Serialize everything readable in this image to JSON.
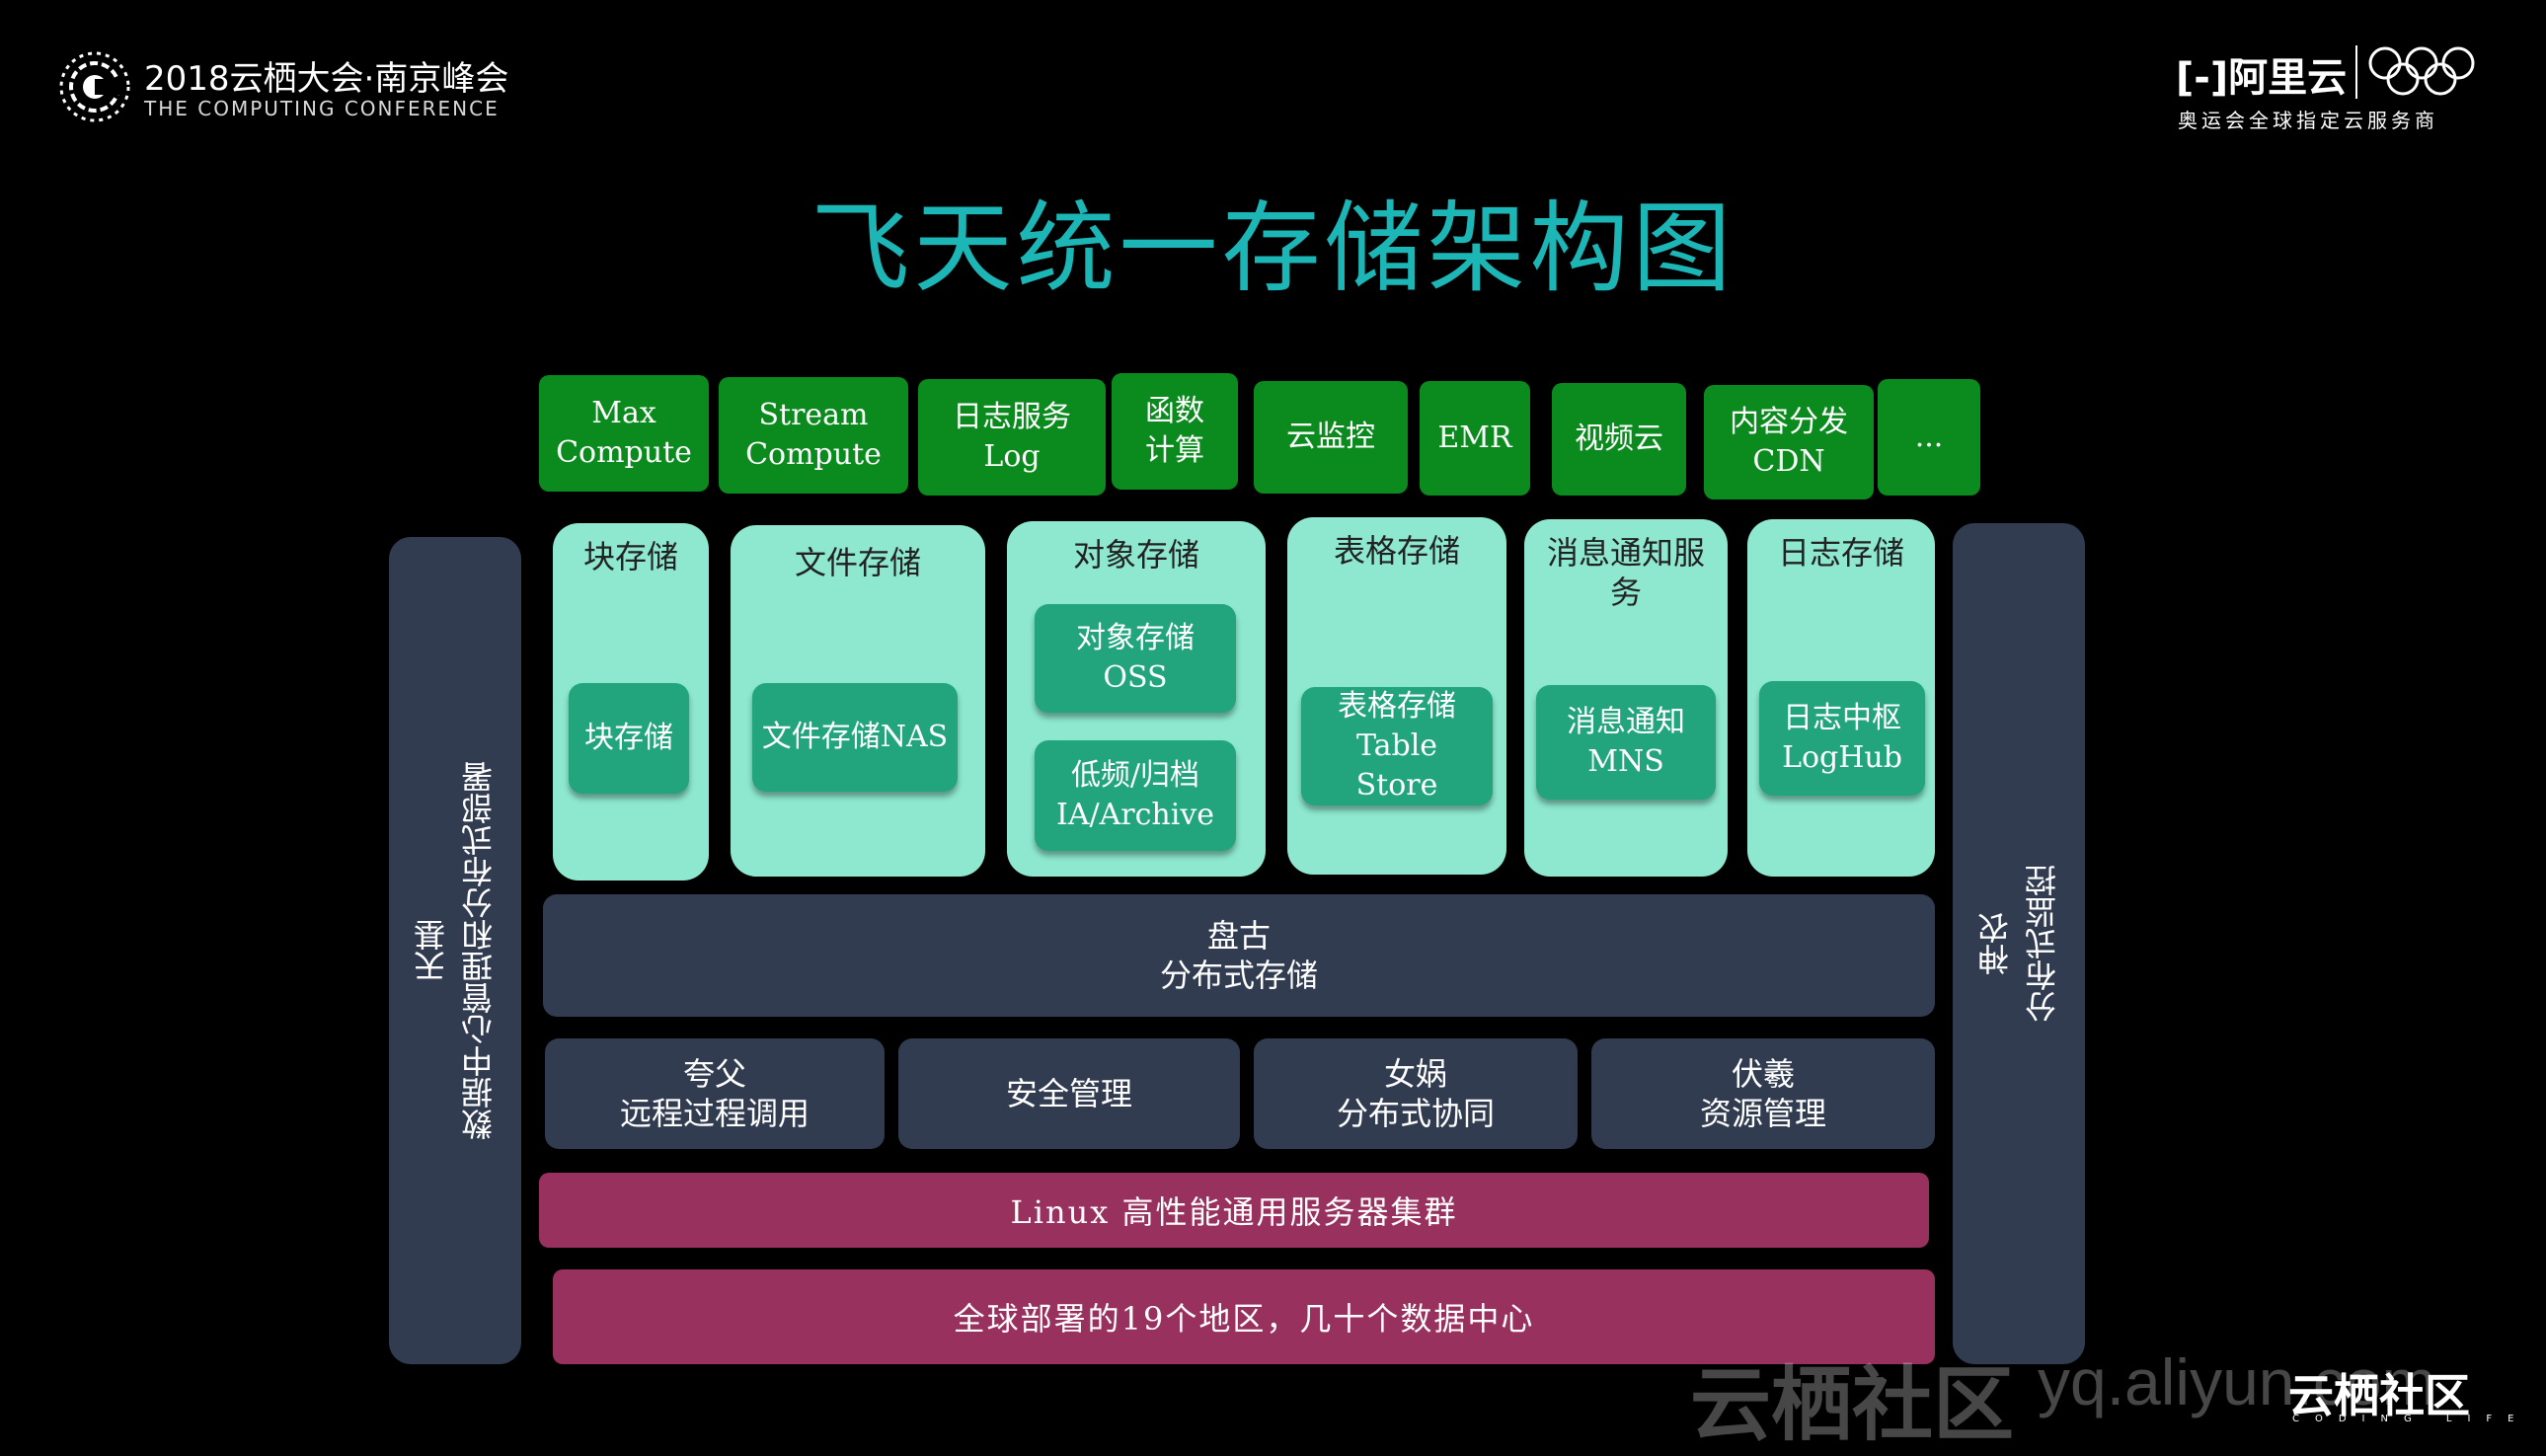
{
  "header": {
    "conference_title": "2018云栖大会·南京峰会",
    "conference_subtitle": "THE COMPUTING CONFERENCE",
    "sponsor_logo": "阿里云",
    "sponsor_sub": "奥运会全球指定云服务商"
  },
  "title": "飞天统一存储架构图",
  "apps": [
    {
      "line1": "Max",
      "line2": "Compute"
    },
    {
      "line1": "Stream",
      "line2": "Compute"
    },
    {
      "line1": "日志服务",
      "line2": "Log"
    },
    {
      "line1": "函数",
      "line2": "计算"
    },
    {
      "line1": "云监控",
      "line2": ""
    },
    {
      "line1": "EMR",
      "line2": ""
    },
    {
      "line1": "视频云",
      "line2": ""
    },
    {
      "line1": "内容分发",
      "line2": "CDN"
    },
    {
      "line1": "...",
      "line2": ""
    }
  ],
  "left_pillar": {
    "line1": "天基",
    "line2": "数据中心管理和分布式部署"
  },
  "right_pillar": {
    "line1": "神农",
    "line2": "分布式监控"
  },
  "storage": [
    {
      "title": "块存储",
      "chip1": [
        "块存储",
        ""
      ]
    },
    {
      "title": "文件存储",
      "chip1": [
        "文件存储NAS",
        ""
      ]
    },
    {
      "title": "对象存储",
      "chip1": [
        "对象存储",
        "OSS"
      ],
      "chip2": [
        "低频/归档",
        "IA/Archive"
      ]
    },
    {
      "title": "表格存储",
      "chip1": [
        "表格存储",
        "Table",
        "Store"
      ]
    },
    {
      "title": "消息通知服务",
      "chip1": [
        "消息通知",
        "MNS"
      ]
    },
    {
      "title": "日志存储",
      "chip1": [
        "日志中枢",
        "LogHub"
      ]
    }
  ],
  "pangu": {
    "line1": "盘古",
    "line2": "分布式存储"
  },
  "services": [
    {
      "line1": "夸父",
      "line2": "远程过程调用"
    },
    {
      "line1": "安全管理",
      "line2": ""
    },
    {
      "line1": "女娲",
      "line2": "分布式协同"
    },
    {
      "line1": "伏羲",
      "line2": "资源管理"
    }
  ],
  "linux": "Linux  高性能通用服务器集群",
  "regions": "全球部署的19个地区，几十个数据中心",
  "watermark": {
    "left": "云栖社区",
    "right": "yq.aliyun.com",
    "logo": "云栖社区",
    "logo_sub": "CODING LIFE"
  },
  "colors": {
    "title": "#1db6b6",
    "app": "#0b8a1e",
    "storage_bg": "#8de8cf",
    "chip": "#22a57c",
    "slate": "#323c50",
    "magenta": "#99315f"
  }
}
